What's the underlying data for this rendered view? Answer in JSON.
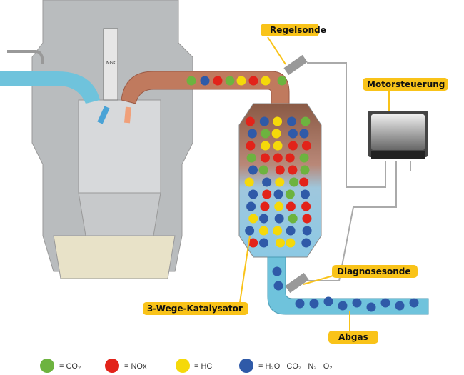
{
  "labels": {
    "regelsonde": "Regelsonde",
    "motorsteuerung": "Motorsteuerung",
    "diagnosesonde": "Diagnosesonde",
    "katalysator": "3-Wege-Katalysator",
    "abgas": "Abgas",
    "spark_plug_brand": "NGK"
  },
  "legend": [
    {
      "color": "#6db33f",
      "text": "= CO₂"
    },
    {
      "color": "#e2231a",
      "text": "= NOx"
    },
    {
      "color": "#f5d90a",
      "text": "= HC"
    },
    {
      "color": "#2f5aa8",
      "text": "= H₂O   CO₂   N₂   O₂"
    }
  ],
  "colors": {
    "label_bg": "#f9c319",
    "engine": "#b9bcbe",
    "exhaust_pipe": "#c07a5e",
    "outlet_pipe": "#6fc3dc"
  }
}
